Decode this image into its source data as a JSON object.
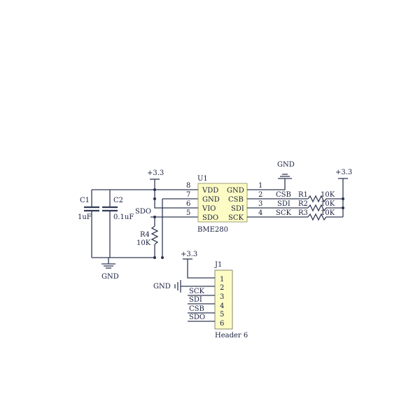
{
  "power": {
    "label": "+3.3",
    "gnd": "GND"
  },
  "u1": {
    "ref": "U1",
    "part": "BME280",
    "left_pins": [
      {
        "num": "8",
        "name": "VDD"
      },
      {
        "num": "7",
        "name": "GND"
      },
      {
        "num": "6",
        "name": "VIO"
      },
      {
        "num": "5",
        "name": "SDO"
      }
    ],
    "right_pins": [
      {
        "num": "1",
        "name": "GND"
      },
      {
        "num": "2",
        "name": "CSB"
      },
      {
        "num": "3",
        "name": "SDI"
      },
      {
        "num": "4",
        "name": "SCK"
      }
    ]
  },
  "caps": [
    {
      "ref": "C1",
      "value": "1uF"
    },
    {
      "ref": "C2",
      "value": "0.1uF"
    }
  ],
  "r4": {
    "ref": "R4",
    "value": "10K",
    "net": "SDO"
  },
  "pullups": [
    {
      "net": "CSB",
      "ref": "R1",
      "value": "10K"
    },
    {
      "net": "SDI",
      "ref": "R2",
      "value": "10K"
    },
    {
      "net": "SCK",
      "ref": "R3",
      "value": "10K"
    }
  ],
  "j1": {
    "ref": "J1",
    "part": "Header 6",
    "pins": [
      "1",
      "2",
      "3",
      "4",
      "5",
      "6"
    ],
    "nets": [
      "SCK",
      "SDI",
      "CSB",
      "SDO"
    ]
  },
  "colors": {
    "wire": "#333a55",
    "chip_fill": "#fdfcc4",
    "text": "#1a2040"
  }
}
